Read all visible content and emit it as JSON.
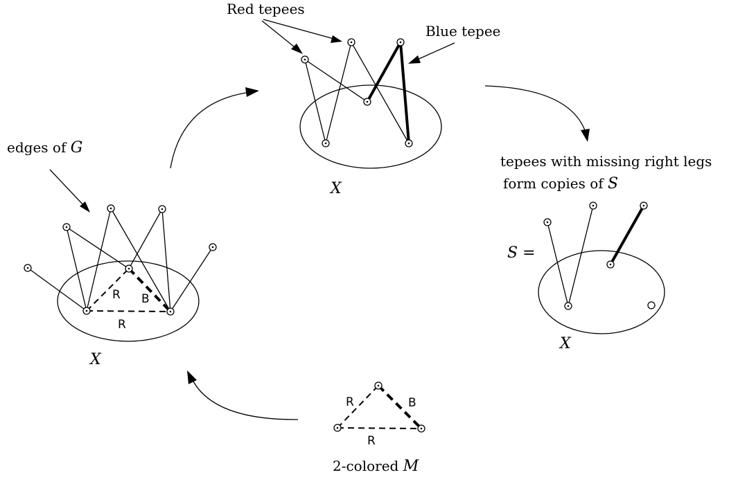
{
  "labels": {
    "red_tepees": "Red tepees",
    "blue_tepee": "Blue tepee",
    "edges_of": "edges of ",
    "edges_G": "G",
    "tepees_line1": "tepees with missing right legs",
    "tepees_line2_prefix": "form copies of ",
    "tepees_line2_S": "S",
    "X_left": "X",
    "X_top": "X",
    "X_right": "X",
    "S_eq": "S =",
    "two_colored_prefix": "2-colored ",
    "two_colored_M": "M",
    "edge_R": "R",
    "edge_B": "B"
  },
  "colors": {
    "stroke": "#000000",
    "background": "#ffffff"
  }
}
